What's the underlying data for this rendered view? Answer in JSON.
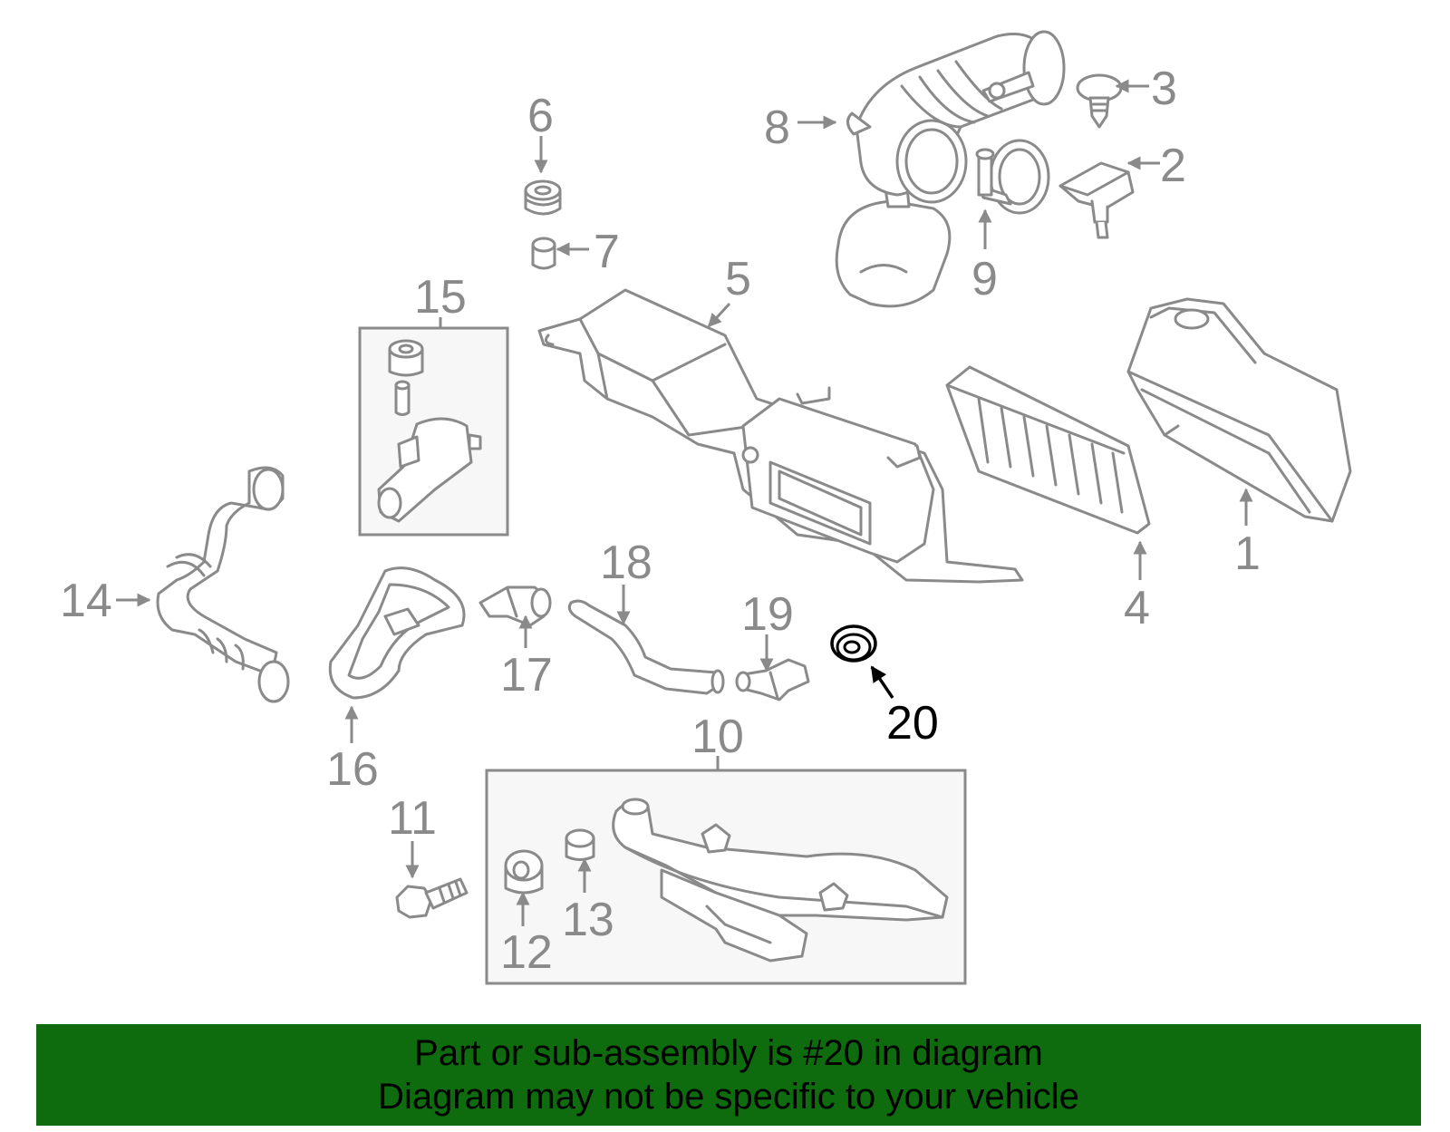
{
  "colors": {
    "part_stroke": "#8a8a8a",
    "highlight": "#000000",
    "banner_bg": "#0e6b0e",
    "banner_text": "#000000",
    "background": "#ffffff"
  },
  "callouts": {
    "c1": "1",
    "c2": "2",
    "c3": "3",
    "c4": "4",
    "c5": "5",
    "c6": "6",
    "c7": "7",
    "c8": "8",
    "c9": "9",
    "c10": "10",
    "c11": "11",
    "c12": "12",
    "c13": "13",
    "c14": "14",
    "c15": "15",
    "c16": "16",
    "c17": "17",
    "c18": "18",
    "c19": "19",
    "c20": "20"
  },
  "highlighted_part": "20",
  "banner": {
    "line1": "Part or sub-assembly is #20 in diagram",
    "line2": "Diagram may not be specific to your vehicle"
  }
}
